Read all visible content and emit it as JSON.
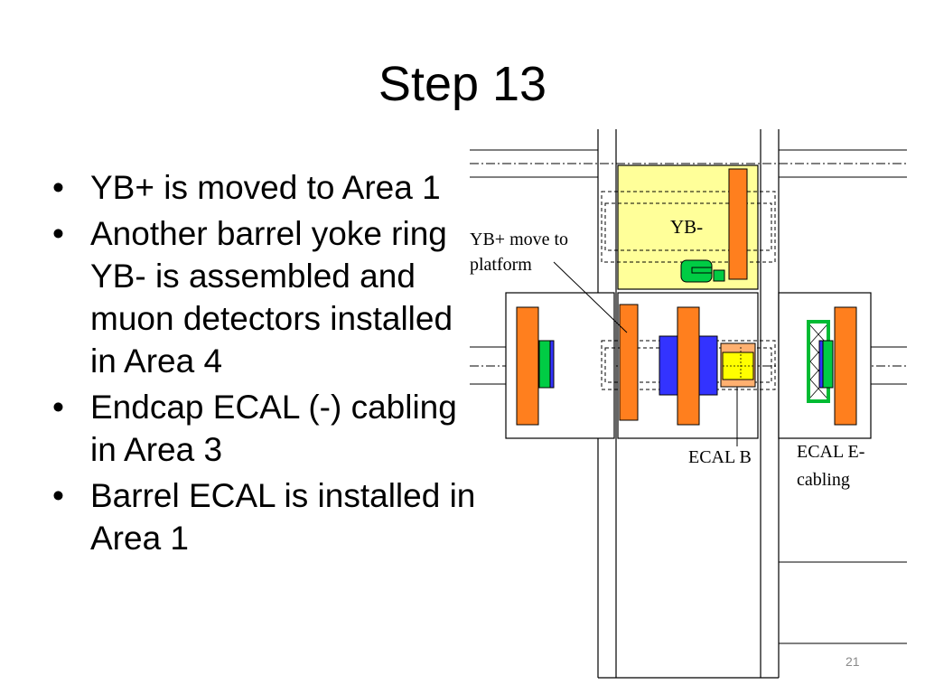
{
  "title": "Step 13",
  "bullets": [
    "YB+ is moved to Area 1",
    "Another barrel yoke ring YB- is assembled and muon detectors installed in Area 4",
    "Endcap ECAL (-) cabling in Area 3",
    "Barrel ECAL is installed in Area 1"
  ],
  "diagram": {
    "label_yb_minus": "YB-",
    "label_yb_plus_move_line1": "YB+ move to",
    "label_yb_plus_move_line2": "platform",
    "label_ecal_b": "ECAL B",
    "label_ecal_e_line1": "ECAL E-",
    "label_ecal_e_line2": "cabling"
  },
  "colors": {
    "orange": "#ff7f1e",
    "yellow_area": "#ffff99",
    "blue": "#3333ff",
    "green": "#00cc44",
    "yellow": "#ffff00",
    "peach": "#ffb070"
  },
  "slide_number": "21"
}
